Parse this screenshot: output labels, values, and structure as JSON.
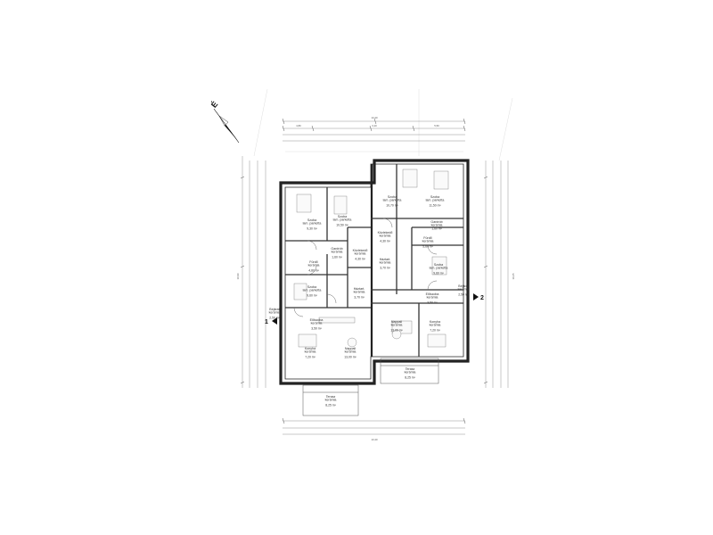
{
  "compass": {
    "letter": "É"
  },
  "section_marks": [
    "1",
    "2"
  ],
  "top_dimensions": {
    "overall": "13,40",
    "segments": [
      "4,80",
      "3,10",
      "5,50"
    ]
  },
  "bottom_dimensions": {
    "overall": "13,40"
  },
  "side_dimensions": {
    "left_overall": "10,90",
    "right_overall": "10,65"
  },
  "rooms": [
    {
      "name": "Szoba\nlam. parketta",
      "area": "9,30 m²"
    },
    {
      "name": "Szoba\nlam. parketta",
      "area": "10,50 m²"
    },
    {
      "name": "Szoba\nlam. parketta",
      "area": "10,70 m²"
    },
    {
      "name": "Szoba\nlam. parketta",
      "area": "11,50 m²"
    },
    {
      "name": "Fürdő\nkerámia",
      "area": "4,80 m²"
    },
    {
      "name": "Fürdő\nkerámia",
      "area": "5,60 m²"
    },
    {
      "name": "Gardrób\nkerámia",
      "area": "1,60 m²"
    },
    {
      "name": "Gardrób\nkerámia",
      "area": "1,60 m²"
    },
    {
      "name": "Háztart.\nkerámia",
      "area": "3,70 m²"
    },
    {
      "name": "Háztart.\nkerámia",
      "area": "3,70 m²"
    },
    {
      "name": "Közlekedő\nkerámia",
      "area": "4,30 m²"
    },
    {
      "name": "Közlekedő\nkerámia",
      "area": "4,30 m²"
    },
    {
      "name": "Szoba\nlam. parketta",
      "area": "9,60 m²"
    },
    {
      "name": "Szoba\nlam. parketta",
      "area": "9,60 m²"
    },
    {
      "name": "Előszoba\nkerámia",
      "area": "3,50 m²"
    },
    {
      "name": "Előszoba\nkerámia",
      "area": "3,50 m²"
    },
    {
      "name": "Konyha\nkerámia",
      "area": "7,20 m²"
    },
    {
      "name": "Konyha\nkerámia",
      "area": "7,20 m²"
    },
    {
      "name": "Nappali\nkerámia",
      "area": "13,00 m²"
    },
    {
      "name": "Nappali\nkerámia",
      "area": "13,00 m²"
    },
    {
      "name": "Bejárat\nkerámia",
      "area": "2,50 m²"
    },
    {
      "name": "Bejárat\nkerámia",
      "area": "2,50 m²"
    },
    {
      "name": "Terasz\nkerámia",
      "area": "8,25 m²"
    },
    {
      "name": "Terasz\nkerámia",
      "area": "8,25 m²"
    }
  ]
}
